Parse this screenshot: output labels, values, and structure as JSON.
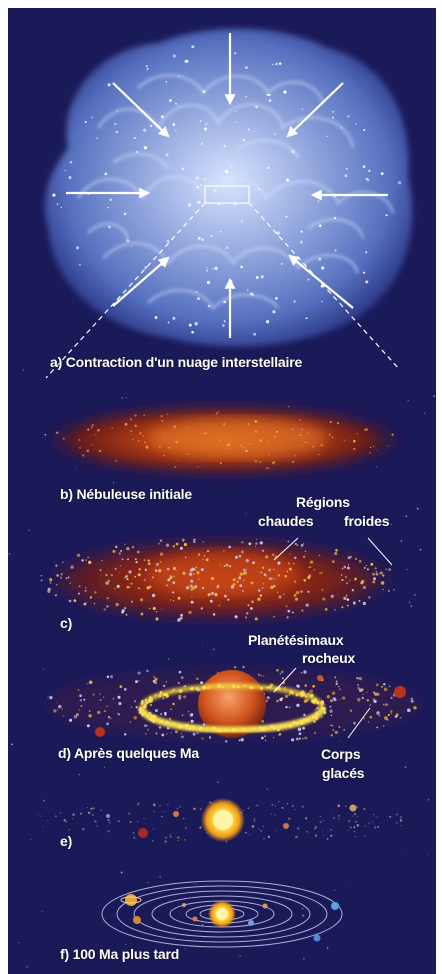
{
  "panels": {
    "a": {
      "caption": "a) Contraction d'un nuage interstellaire"
    },
    "b": {
      "caption": "b) Nébuleuse initiale"
    },
    "c": {
      "caption": "c)",
      "label_regions": "Régions",
      "label_hot": "chaudes",
      "label_cold": "froides"
    },
    "d": {
      "caption": "d) Après quelques Ma",
      "label_planetesimals_1": "Planétésimaux",
      "label_planetesimals_2": "rocheux",
      "label_icy_1": "Corps",
      "label_icy_2": "glacés"
    },
    "e": {
      "caption": "e)"
    },
    "f": {
      "caption": "f) 100 Ma plus tard"
    }
  },
  "colors": {
    "background": "#1b1a59",
    "cloud": "#9fb3e4",
    "nebula_red": "#9a2c10",
    "nebula_orange": "#e0621c",
    "ring_yellow": "#f1d23a",
    "sun": "#fff06b",
    "orbit": "#c7c8ee"
  },
  "icons": [
    "contraction-arrow-icon",
    "zoom-box-icon",
    "sun-icon",
    "planet-icon",
    "star-dot-icon"
  ]
}
